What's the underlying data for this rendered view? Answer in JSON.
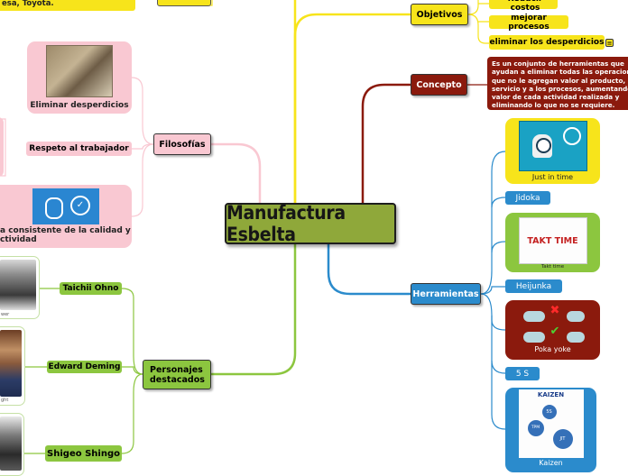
{
  "central": {
    "title": "Manufactura Esbelta"
  },
  "top_fragment": {
    "text": "esa, Toyota."
  },
  "objetivos": {
    "label": "Objetivos",
    "items": [
      "Reducir costos",
      "mejorar procesos",
      "eliminar los desperdicios"
    ]
  },
  "concepto": {
    "label": "Concepto",
    "text": "Es un conjunto de herramientas que ayudan a eliminar todas las operaciones que no le agregan valor al producto, servicio y a los procesos, aumentando el valor de cada actividad realizada y eliminando lo que no se requiere."
  },
  "herramientas": {
    "label": "Herramientas",
    "items": {
      "jit": "Just in time",
      "jidoka": "Jidoka",
      "takt_caption": "Takt time",
      "takt_title": "TAKT TIME",
      "heijunka": "Heijunka",
      "poka": "Poka yoke",
      "five_s": "5 S",
      "kaizen": "Kaizen",
      "kaizen_title": "KAIZEN",
      "kaizen_gears": [
        "5S",
        "TPM",
        "JIT"
      ]
    }
  },
  "filosofias": {
    "label": "Filosofías",
    "items": [
      "Eliminar desperdicios",
      "Respeto al trabajador",
      "a consistente de la calidad y",
      "ctividad"
    ]
  },
  "personajes": {
    "label_line1": "Personajes",
    "label_line2": "destacados",
    "items": [
      "Taichii Ohno",
      "Edward Deming",
      "Shigeo Shingo"
    ],
    "photo_captions": [
      "wer",
      "ght"
    ]
  },
  "colors": {
    "central": "#8fa83a",
    "objetivos": "#f7e41b",
    "concepto": "#8b1a0d",
    "herramientas": "#2b8bcc",
    "filosofias": "#f9c8d2",
    "personajes": "#8cc63f",
    "jit_card": "#f7e41b",
    "takt_card": "#8cc63f",
    "poka_card": "#8b1a0d",
    "kaizen_card": "#2b8bcc"
  }
}
